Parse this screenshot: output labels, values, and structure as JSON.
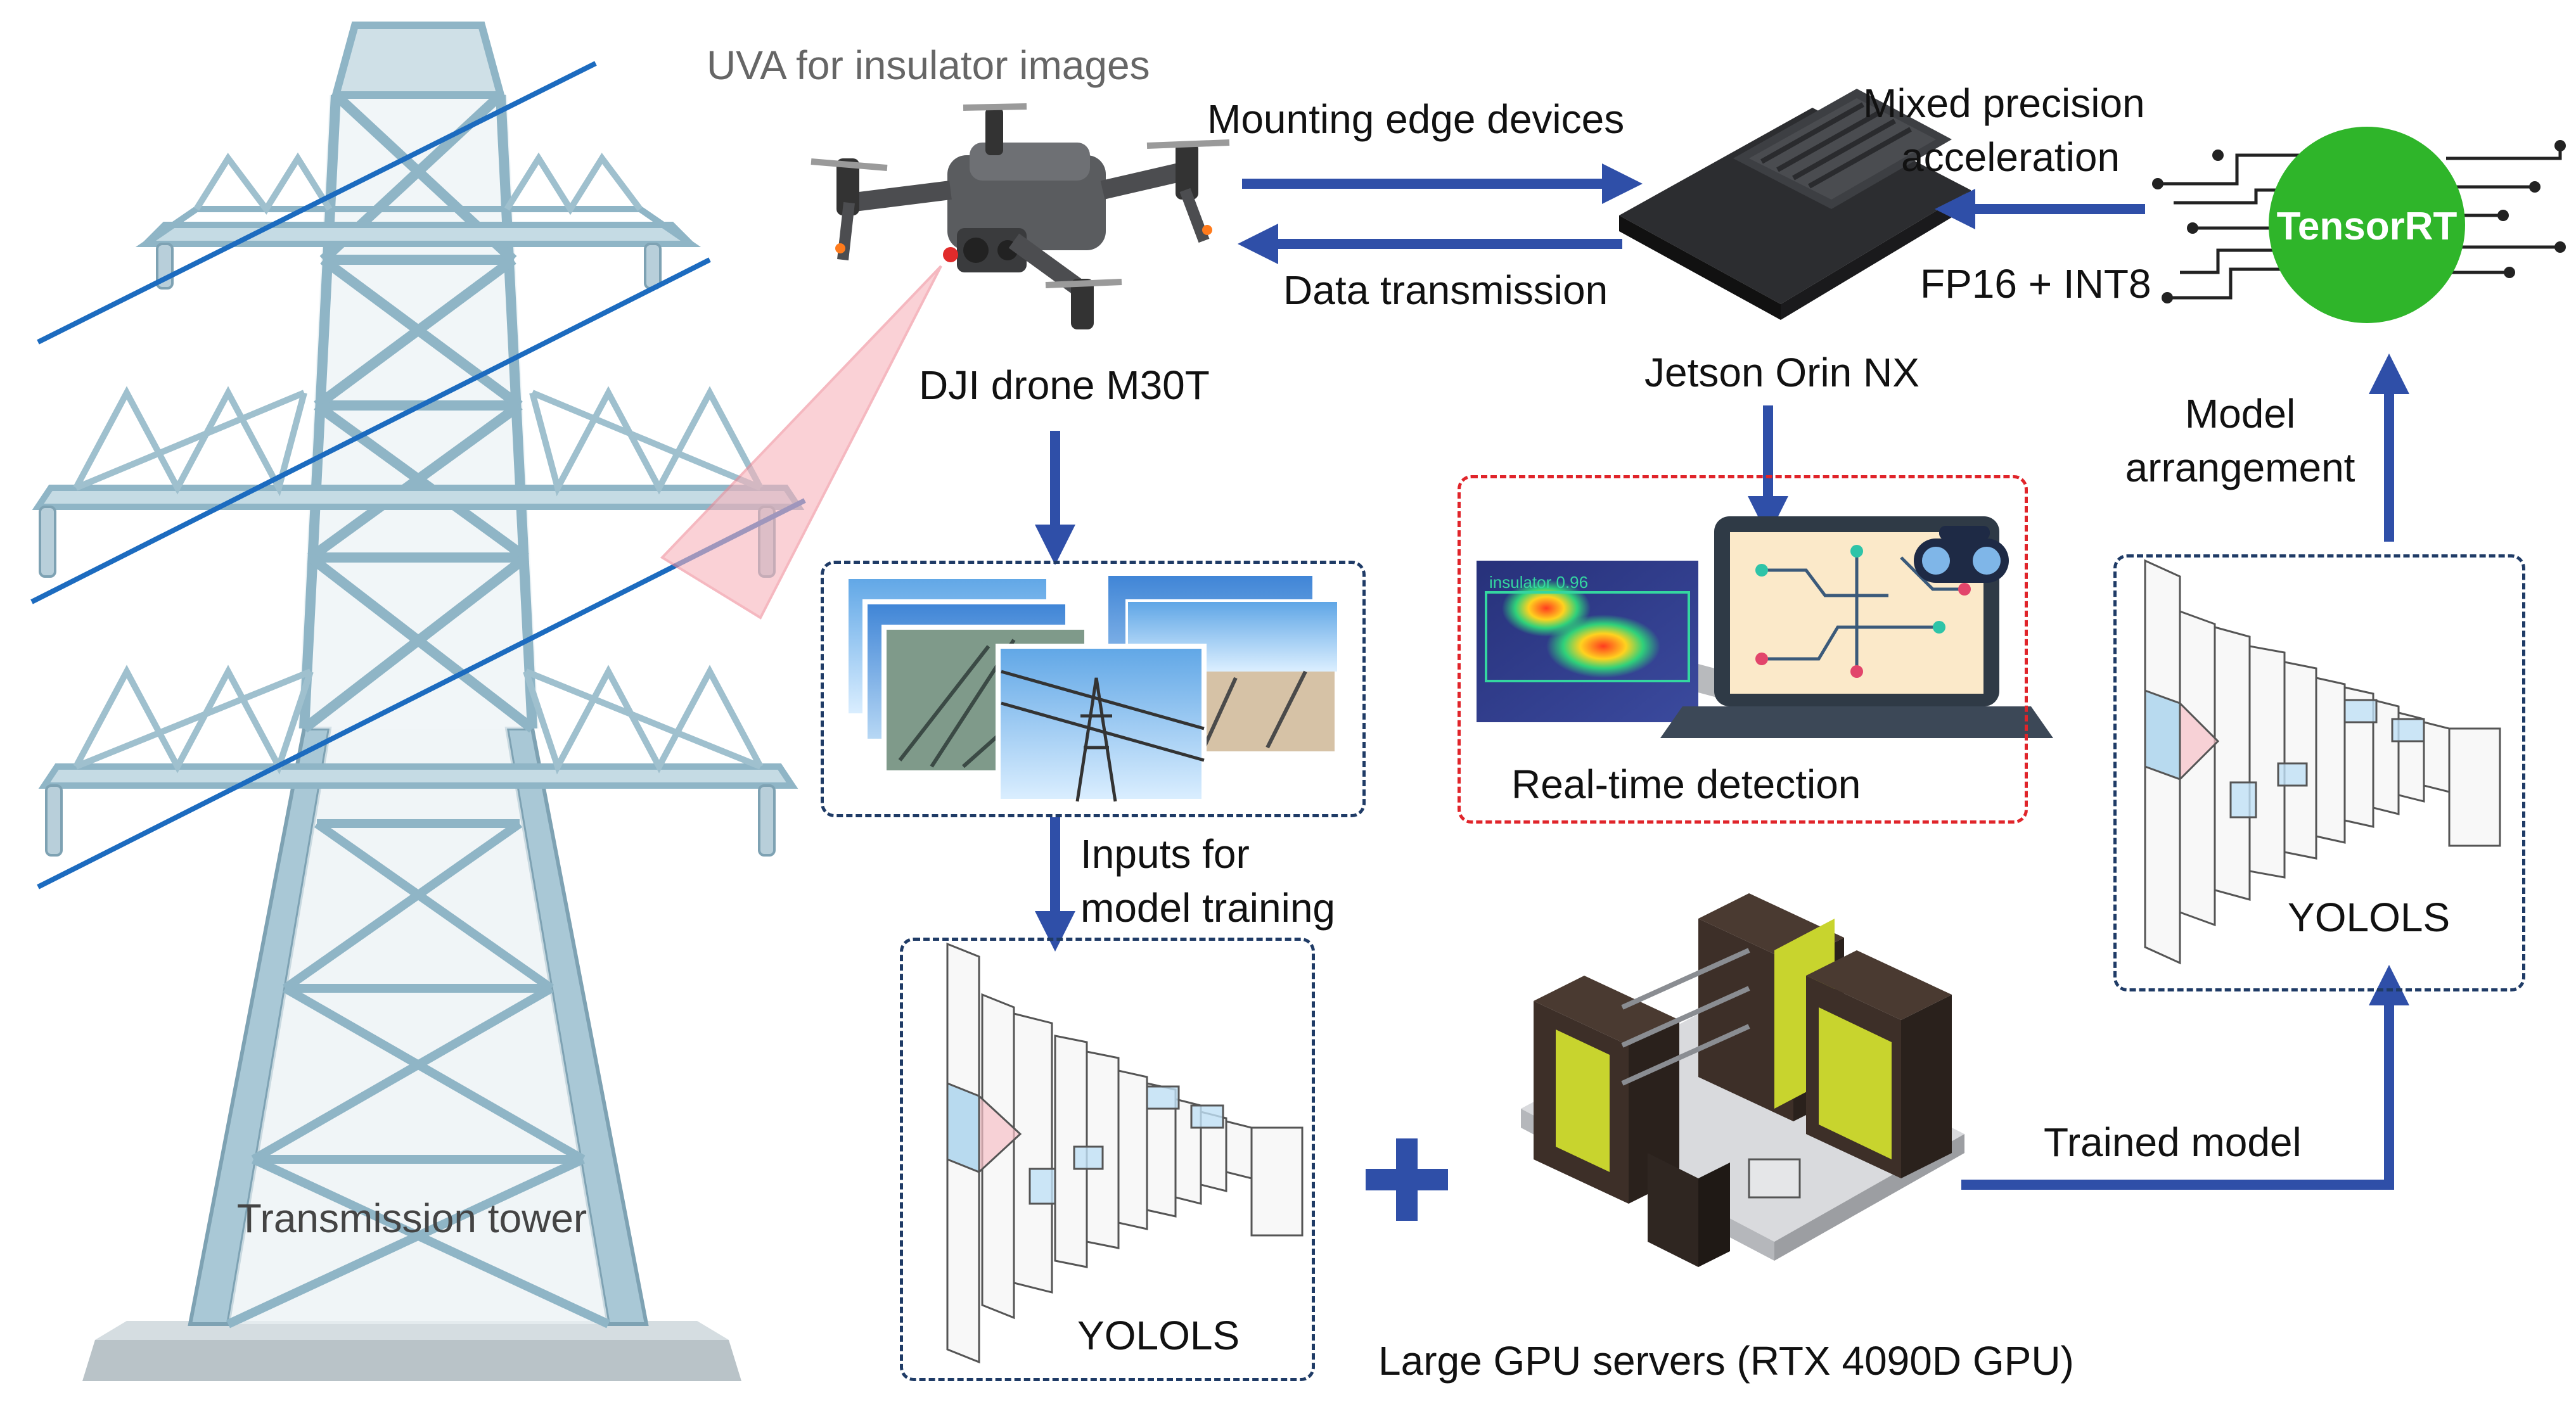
{
  "labels": {
    "uva": "UVA for insulator  images",
    "mounting": "Mounting edge devices",
    "data_transmission": "Data transmission",
    "drone": "DJI drone M30T",
    "jetson": "Jetson Orin NX",
    "mixed_precision_1": "Mixed precision",
    "mixed_precision_2": "acceleration",
    "fp": "FP16 + INT8",
    "tensorrt": "TensorRT",
    "model_arr_1": "Model",
    "model_arr_2": "arrangement",
    "inputs_1": "Inputs for",
    "inputs_2": "model training",
    "realtime": "Real-time detection",
    "insulator_tag": "insulator  0.96",
    "yolols_left": "YOLOLS",
    "yolols_right": "YOLOLS",
    "trained": "Trained model",
    "gpu": "Large GPU servers (RTX 4090D GPU)",
    "tower": "Transmission tower",
    "plus": "+"
  },
  "colors": {
    "arrow": "#2f4fa8",
    "tower": "#a9c8d6",
    "tensorrt": "#2fb52a",
    "dash_blue": "#1f3b66",
    "dash_red": "#e0242a",
    "power_line": "#1c6bbf"
  }
}
